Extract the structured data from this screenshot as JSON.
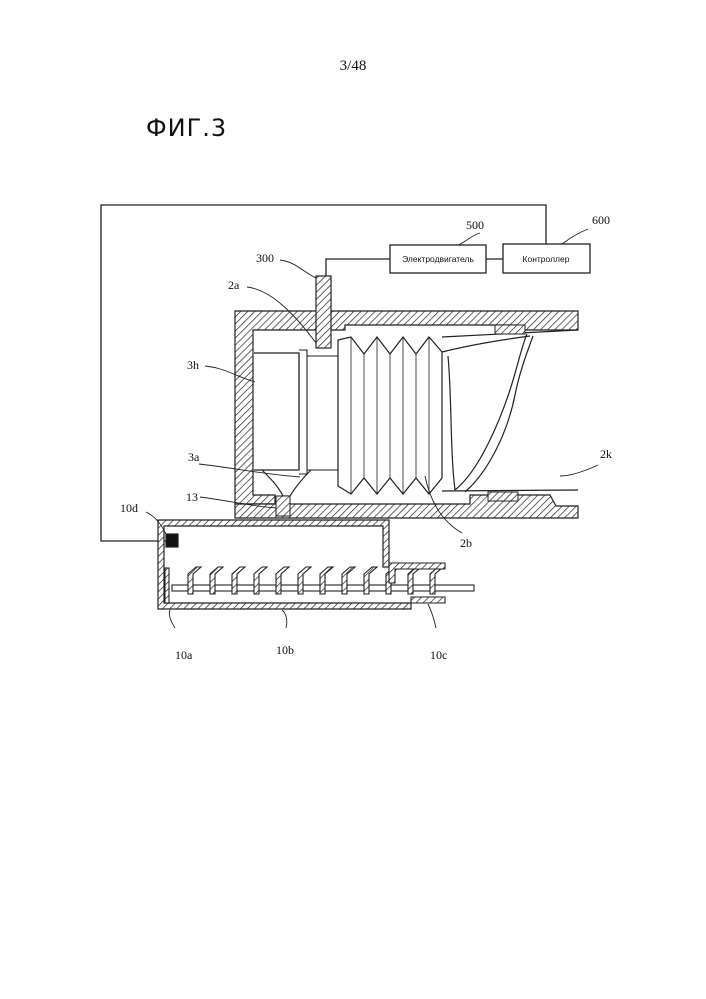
{
  "page": {
    "number": "3/48",
    "figure_title": "ФИГ.3"
  },
  "blocks": {
    "motor": "Электродвигатель",
    "controller": "Контроллер"
  },
  "labels": {
    "l500": "500",
    "l600": "600",
    "l300": "300",
    "l2a": "2a",
    "l3h": "3h",
    "l3a": "3a",
    "l13": "13",
    "l10d": "10d",
    "l2k": "2k",
    "l2b": "2b",
    "l10a": "10a",
    "l10b": "10b",
    "l10c": "10c"
  }
}
